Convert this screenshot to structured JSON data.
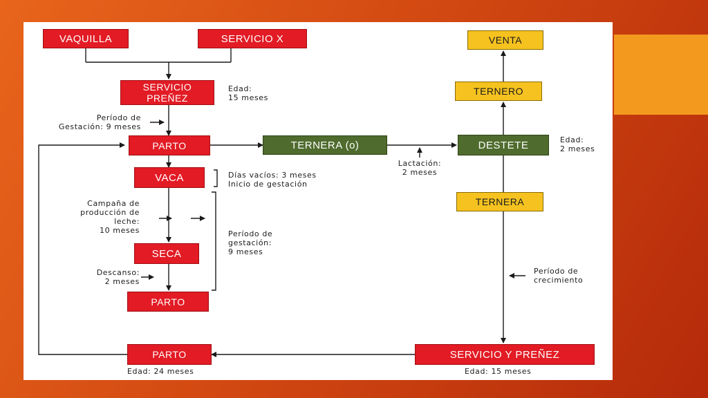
{
  "diagram": {
    "boxes": {
      "vaquilla": "VAQUILLA",
      "servicio_x": "SERVICIO X",
      "servicio_prenez": "SERVICIO\nPREÑEZ",
      "parto_top": "PARTO",
      "vaca": "VACA",
      "seca": "SECA",
      "parto_mid": "PARTO",
      "parto_bottom": "PARTO",
      "ternera_o": "TERNERA (o)",
      "destete": "DESTETE",
      "ternera": "TERNERA",
      "ternero": "TERNERO",
      "venta": "VENTA",
      "servicio_y_prenez": "SERVICIO Y PREÑEZ"
    },
    "labels": {
      "edad_15_top": "Edad:\n15 meses",
      "periodo_gestacion_top": "Período de\nGestación: 9 meses",
      "dias_vacios": "Días vacíos: 3 meses\nInicio de gestación",
      "campana_leche": "Campaña de\nproducción de\nleche:\n10 meses",
      "periodo_gestacion_mid": "Período de\ngestación:\n9 meses",
      "descanso": "Descanso:\n2 meses",
      "lactacion": "Lactación:\n2 meses",
      "edad_destete": "Edad:\n2 meses",
      "periodo_crecimiento": "Período de\ncrecimiento",
      "edad_24": "Edad: 24 meses",
      "edad_15_bottom": "Edad: 15 meses"
    },
    "colors": {
      "red": "#e21b24",
      "green": "#4f6b2d",
      "yellow": "#f5c21f",
      "line": "#1a1a1a"
    }
  }
}
